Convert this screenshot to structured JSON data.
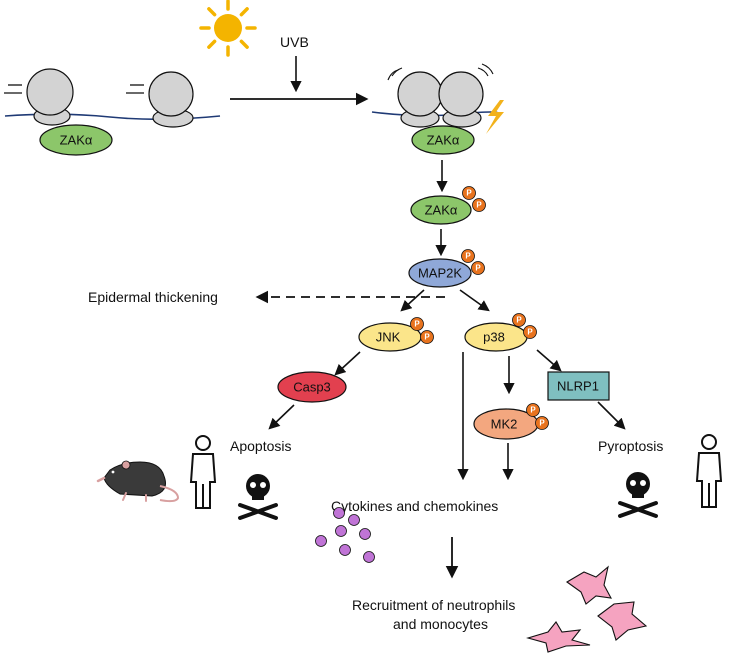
{
  "labels": {
    "uvb": "UVB",
    "zak_inactive": "ZAKα",
    "zak_active": "ZAKα",
    "zak_phospho": "ZAKα",
    "map2k": "MAP2K",
    "epidermal": "Epidermal thickening",
    "jnk": "JNK",
    "p38": "p38",
    "casp3": "Casp3",
    "nlrp1": "NLRP1",
    "mk2": "MK2",
    "apoptosis": "Apoptosis",
    "pyroptosis": "Pyroptosis",
    "cytokines": "Cytokines and chemokines",
    "recruitment_1": "Recruitment of neutrophils",
    "recruitment_2": "and monocytes",
    "phospho": "P"
  },
  "colors": {
    "zak": "#8cc66a",
    "map2k": "#8fa8d8",
    "kinase": "#fbe58a",
    "casp3": "#e2404f",
    "nlrp1": "#7fbfc0",
    "mk2": "#f3a77f",
    "phospho": "#e8731e",
    "ribosome": "#d3d3d3",
    "mrna": "#1f3a75",
    "cytokine": "#c074d6",
    "cell": "#f5a3c0",
    "sun": "#f4b400",
    "lightning": "#f2b21b",
    "mouse": "#3a3a3a"
  },
  "icons": {
    "sun": "sun-icon",
    "lightning": "lightning-icon",
    "mouse": "mouse-icon",
    "human": "human-icon",
    "skull": "skull-crossbones-icon"
  }
}
